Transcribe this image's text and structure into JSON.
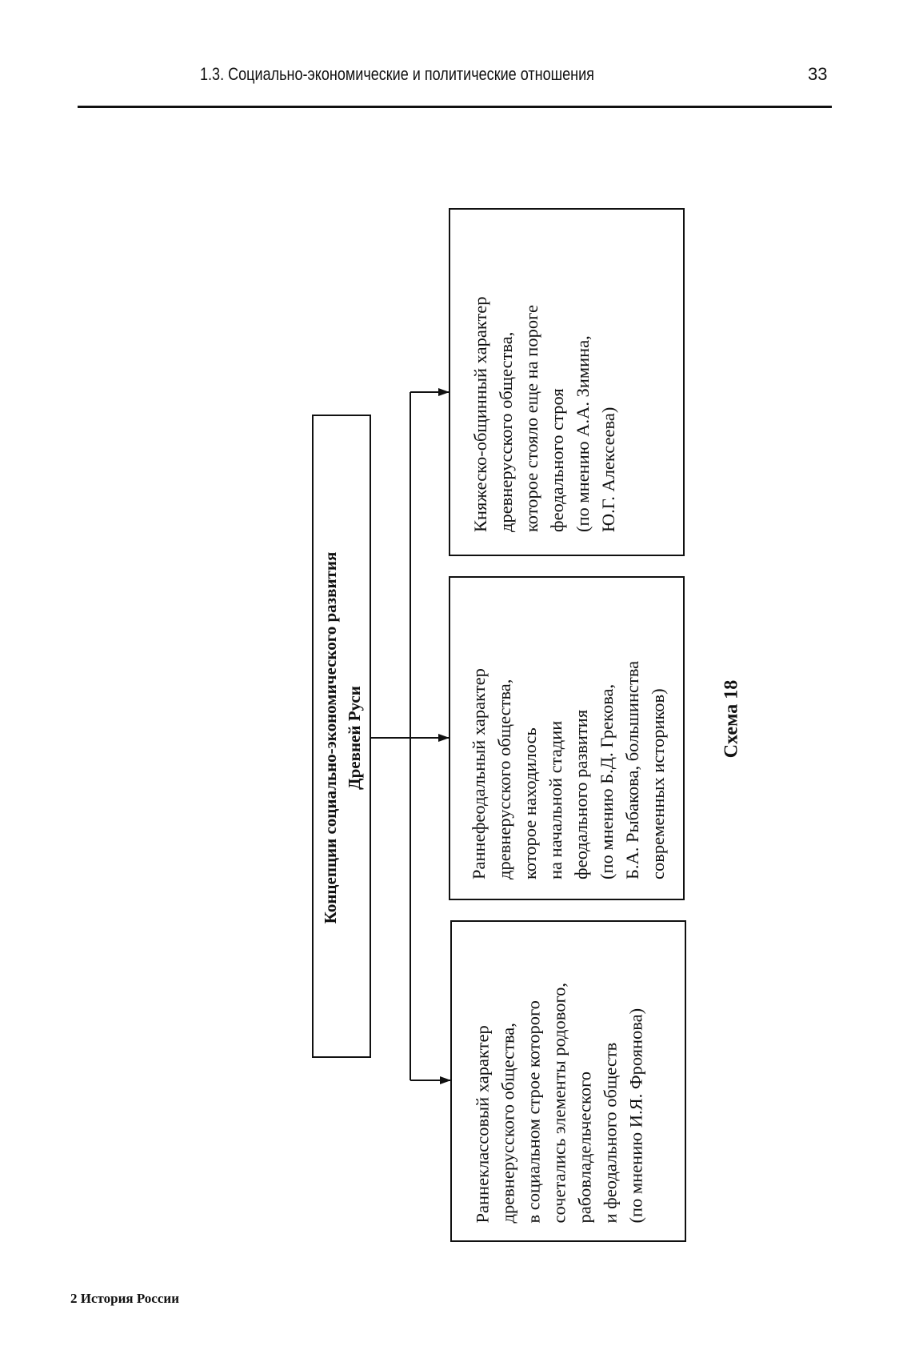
{
  "header": {
    "section_title": "1.3. Социально-экономические и политические отношения",
    "page_number": "33"
  },
  "diagram": {
    "root": {
      "lines": [
        "Концепции социально-экономического развития",
        "Древней Руси"
      ]
    },
    "branches": [
      {
        "lines": [
          "Княжеско-общинный характер",
          "древнерусского общества,",
          "которое стояло еще на пороге",
          "феодального строя",
          "(по мнению  А.А. Зимина,",
          "Ю.Г. Алексеева)"
        ]
      },
      {
        "lines": [
          "Раннефеодальный характер",
          "древнерусского общества,",
          "которое находилось",
          "на начальной стадии",
          "феодального развития",
          "(по мнению Б.Д. Грекова,",
          "Б.А. Рыбакова, большинства",
          "современных историков)"
        ]
      },
      {
        "lines": [
          "Раннеклассовый характер",
          "древнерусского общества,",
          "в социальном строе которого",
          "сочетались элементы родового,",
          "рабовладельческого",
          "и феодального обществ",
          "(по мнению  И.Я. Фроянова)"
        ]
      }
    ],
    "caption": "Схема 18"
  },
  "footer": {
    "signature": "2  История России"
  }
}
